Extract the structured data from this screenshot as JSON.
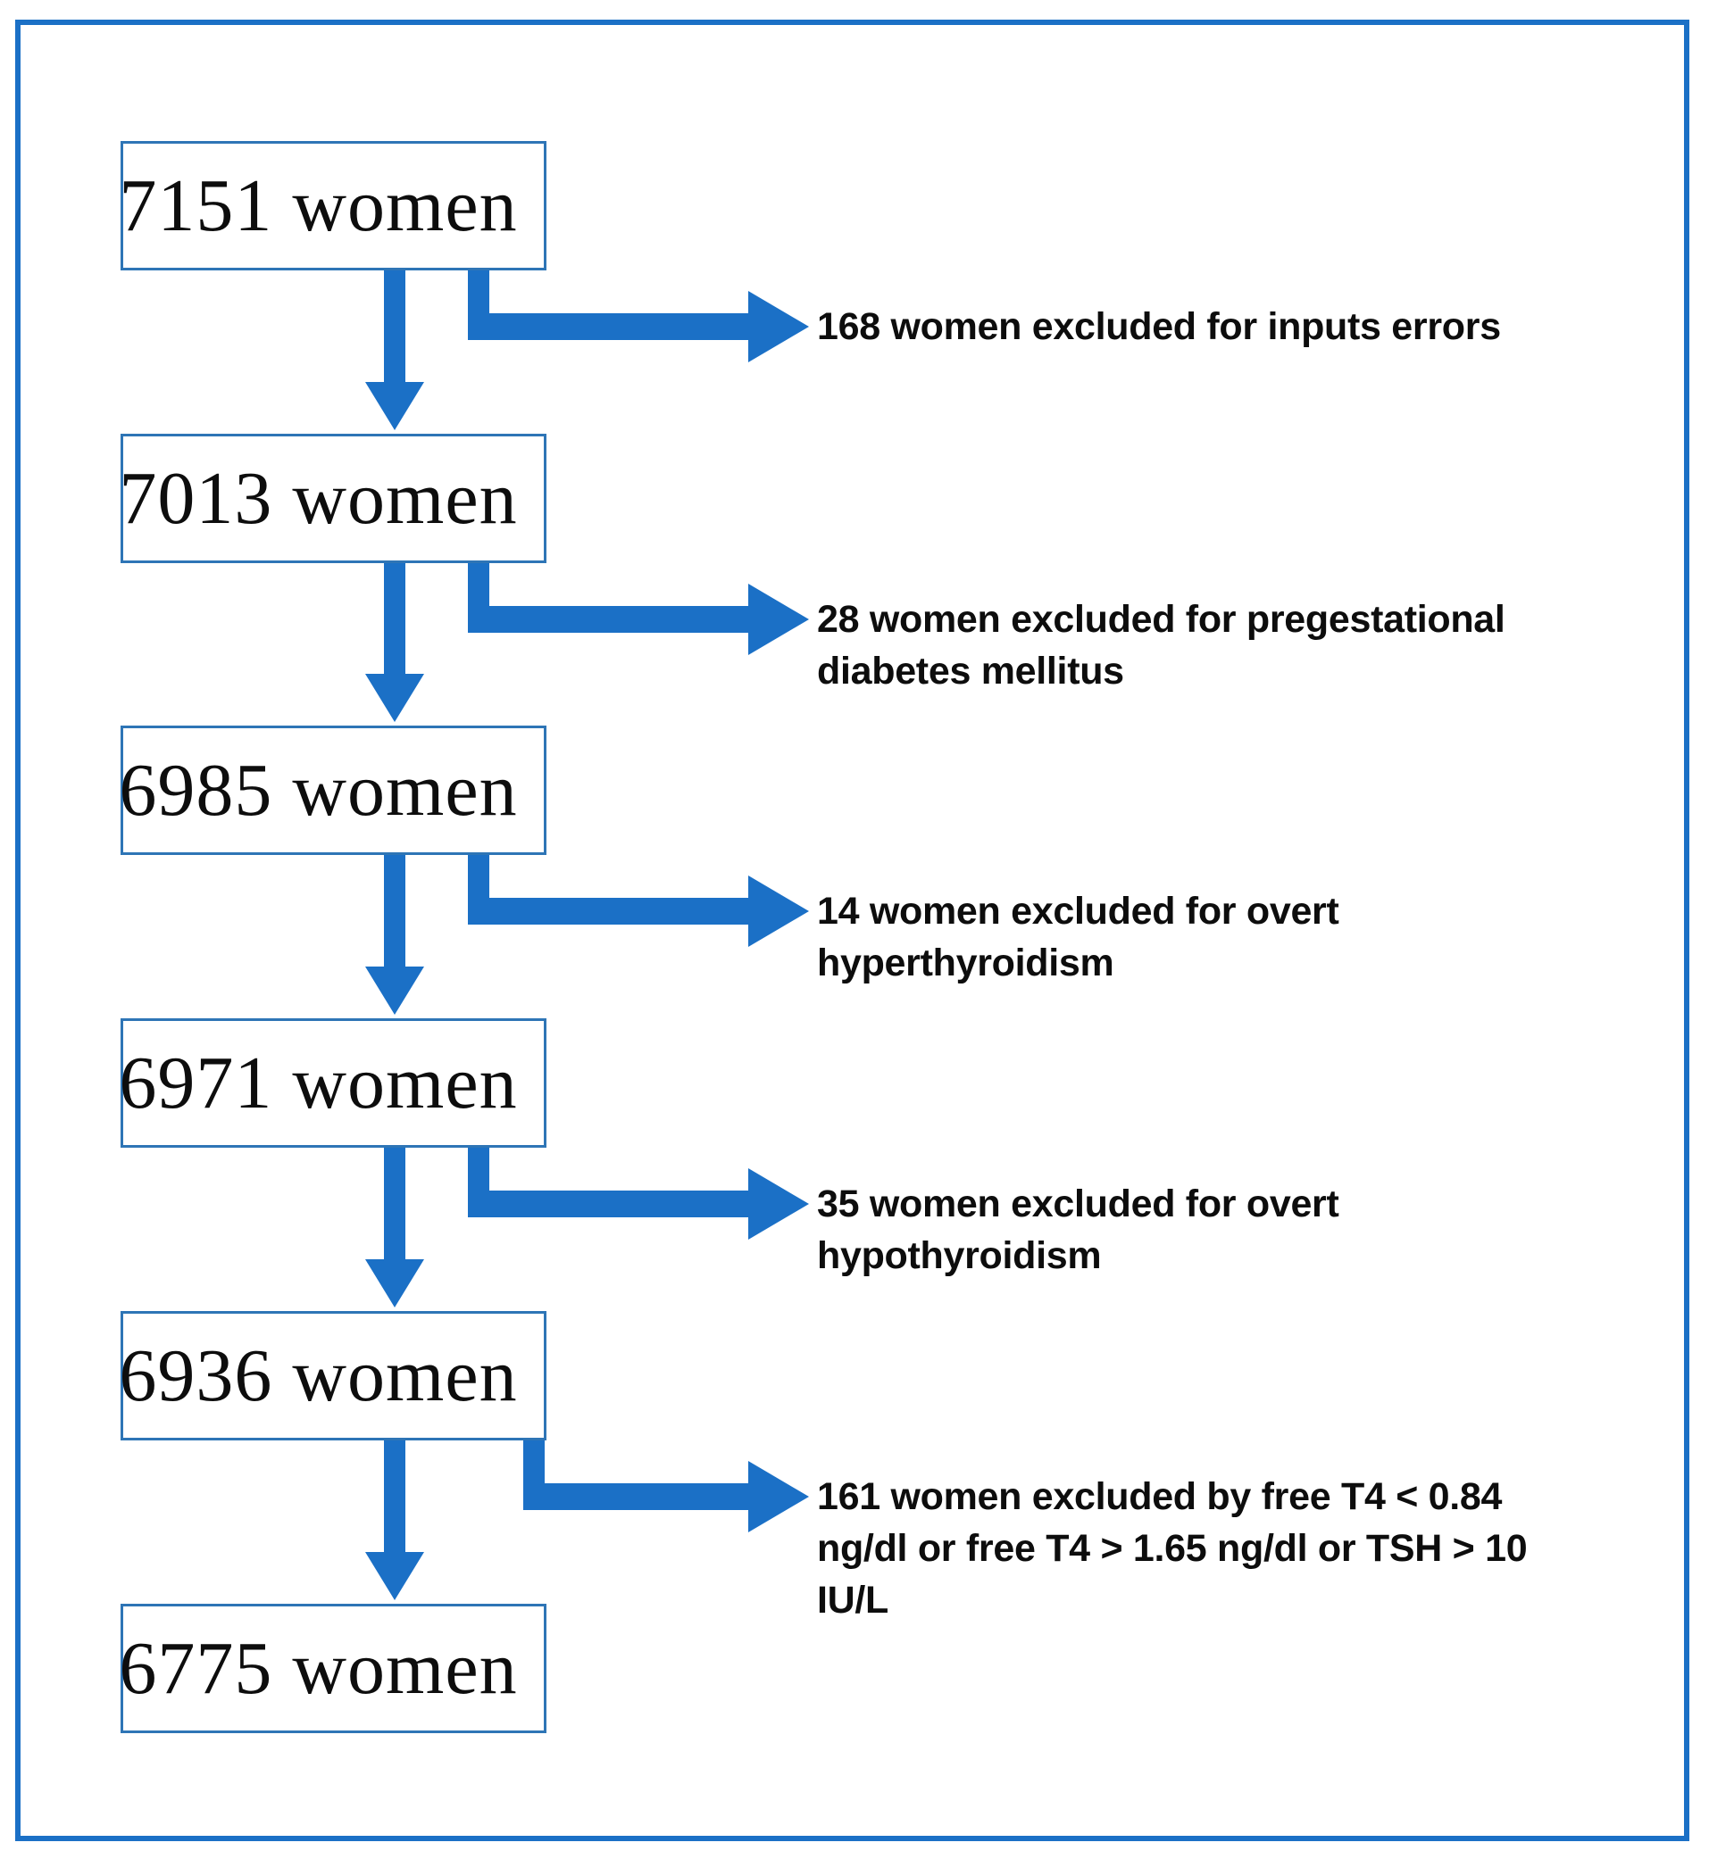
{
  "accent_color": "#1b70c6",
  "box_border_color": "#2e75b6",
  "text_color": "#0d0d0d",
  "flow": {
    "boxes": [
      {
        "label": "7151 women"
      },
      {
        "label": "7013 women"
      },
      {
        "label": "6985 women"
      },
      {
        "label": "6971 women"
      },
      {
        "label": "6936 women"
      },
      {
        "label": "6775 women"
      }
    ],
    "exclusions": [
      {
        "text": "168 women excluded for inputs errors"
      },
      {
        "text": "28 women excluded for pregestational\ndiabetes mellitus"
      },
      {
        "text": "14 women excluded for overt\nhyperthyroidism"
      },
      {
        "text": "35 women excluded for overt\nhypothyroidism"
      },
      {
        "text": "161 women excluded by free T4 < 0.84\nng/dl or free T4 > 1.65 ng/dl or TSH > 10\nIU/L"
      }
    ]
  }
}
